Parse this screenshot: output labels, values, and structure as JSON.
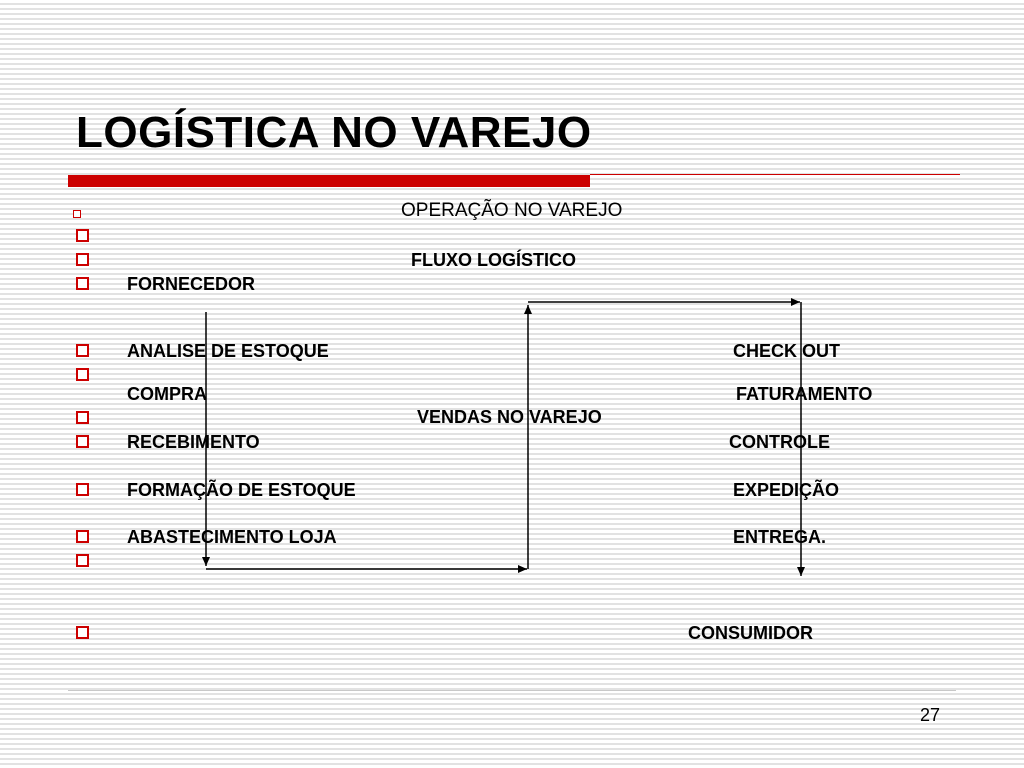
{
  "slide": {
    "title": "LOGÍSTICA NO VAREJO",
    "page_number": "27",
    "accent_color": "#cc0000"
  },
  "content": {
    "heading": "OPERAÇÃO NO VAREJO",
    "subheading": "FLUXO LOGÍSTICO",
    "left_column": [
      "FORNECEDOR",
      "ANALISE DE ESTOQUE",
      "COMPRA",
      "RECEBIMENTO",
      "FORMAÇÃO DE ESTOQUE",
      "ABASTECIMENTO  LOJA"
    ],
    "center_label": "VENDAS NO VAREJO",
    "right_column": [
      "CHECK OUT",
      "FATURAMENTO",
      "CONTROLE",
      "EXPEDIÇÃO",
      "ENTREGA."
    ],
    "final_label": "CONSUMIDOR"
  }
}
